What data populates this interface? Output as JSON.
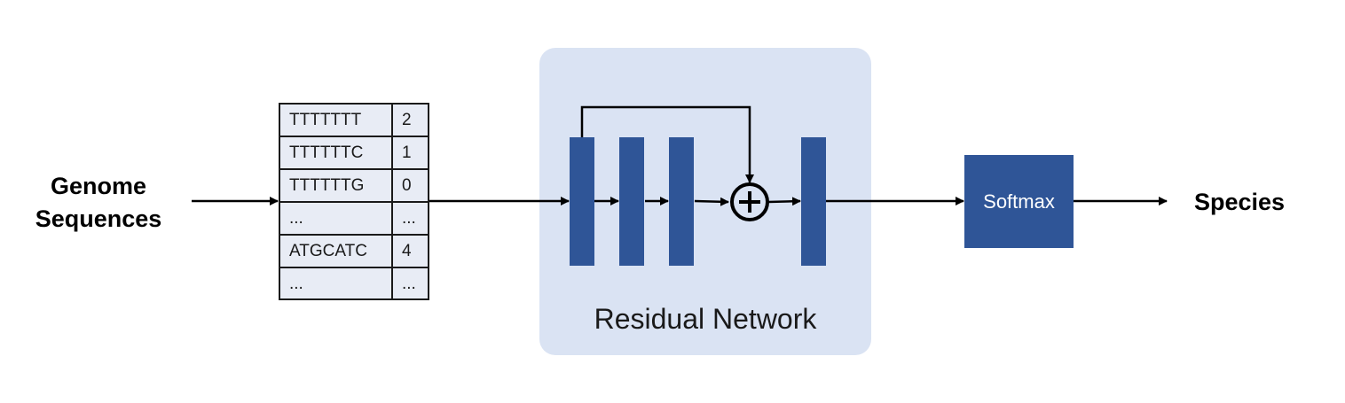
{
  "input": {
    "line1": "Genome",
    "line2": "Sequences"
  },
  "kmer_table": {
    "rows": [
      {
        "seq": "TTTTTTT",
        "count": "2"
      },
      {
        "seq": "TTTTTTC",
        "count": "1"
      },
      {
        "seq": "TTTTTTG",
        "count": "0"
      },
      {
        "seq": "...",
        "count": "..."
      },
      {
        "seq": "ATGCATC",
        "count": "4"
      },
      {
        "seq": "...",
        "count": "..."
      }
    ]
  },
  "residual_network": {
    "label": "Residual Network",
    "plus_symbol": "+"
  },
  "softmax": {
    "label": "Softmax"
  },
  "output": {
    "label": "Species"
  },
  "colors": {
    "layer_fill": "#2f5597",
    "panel_fill": "#dae3f3",
    "table_fill": "#e8ecf5",
    "line": "#000000"
  }
}
